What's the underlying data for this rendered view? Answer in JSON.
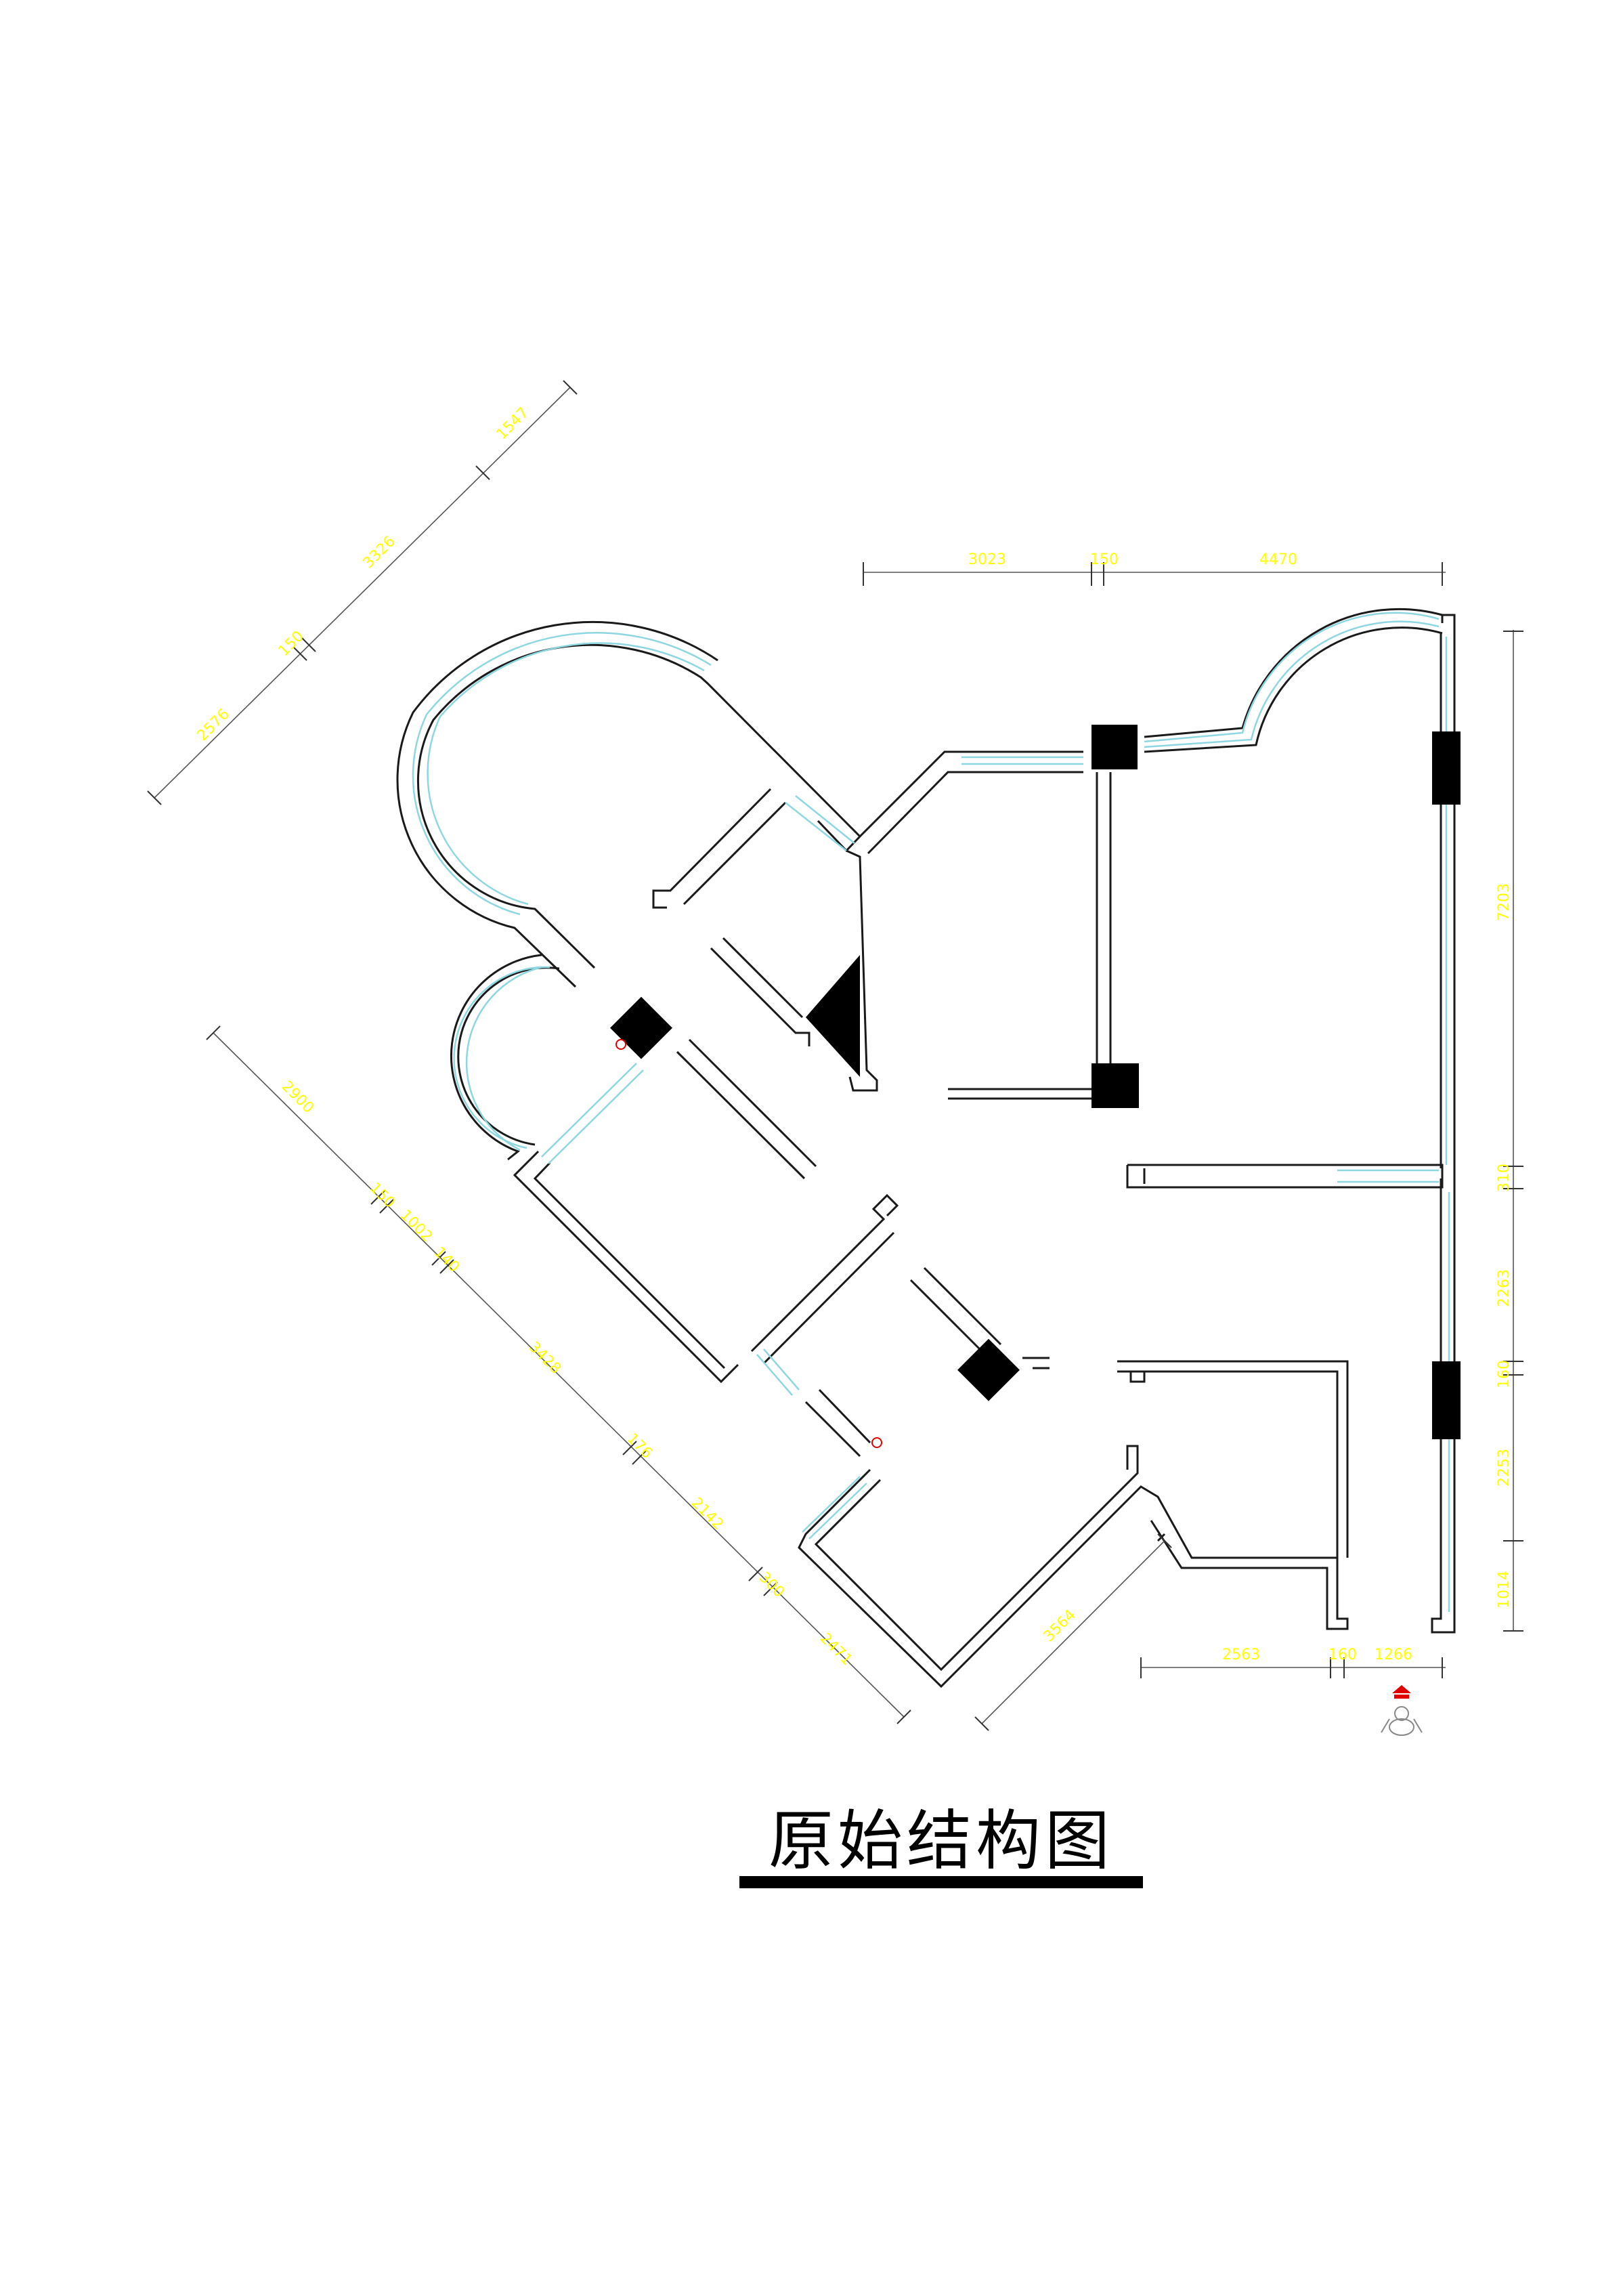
{
  "title": "原始结构图",
  "colors": {
    "dimension_text": "#ffff00",
    "window": "#8fd7e0",
    "wall": "#1a1a1a",
    "column": "#000000",
    "marker": "#e00000"
  },
  "dimensions": {
    "top": [
      "3023",
      "150",
      "4470"
    ],
    "right": [
      "7203",
      "310",
      "2263",
      "160",
      "2253",
      "1014"
    ],
    "bottom": [
      "2563",
      "160",
      "1266"
    ],
    "upper_left_diagonal": [
      "2576",
      "150",
      "3326",
      "1547"
    ],
    "lower_left_diagonal": [
      "2900",
      "150",
      "1002",
      "140",
      "3428",
      "176",
      "2142",
      "300",
      "2471"
    ],
    "lower_diagonal": [
      "3564"
    ]
  },
  "icons": {
    "entrance": "entrance-marker-icon"
  }
}
